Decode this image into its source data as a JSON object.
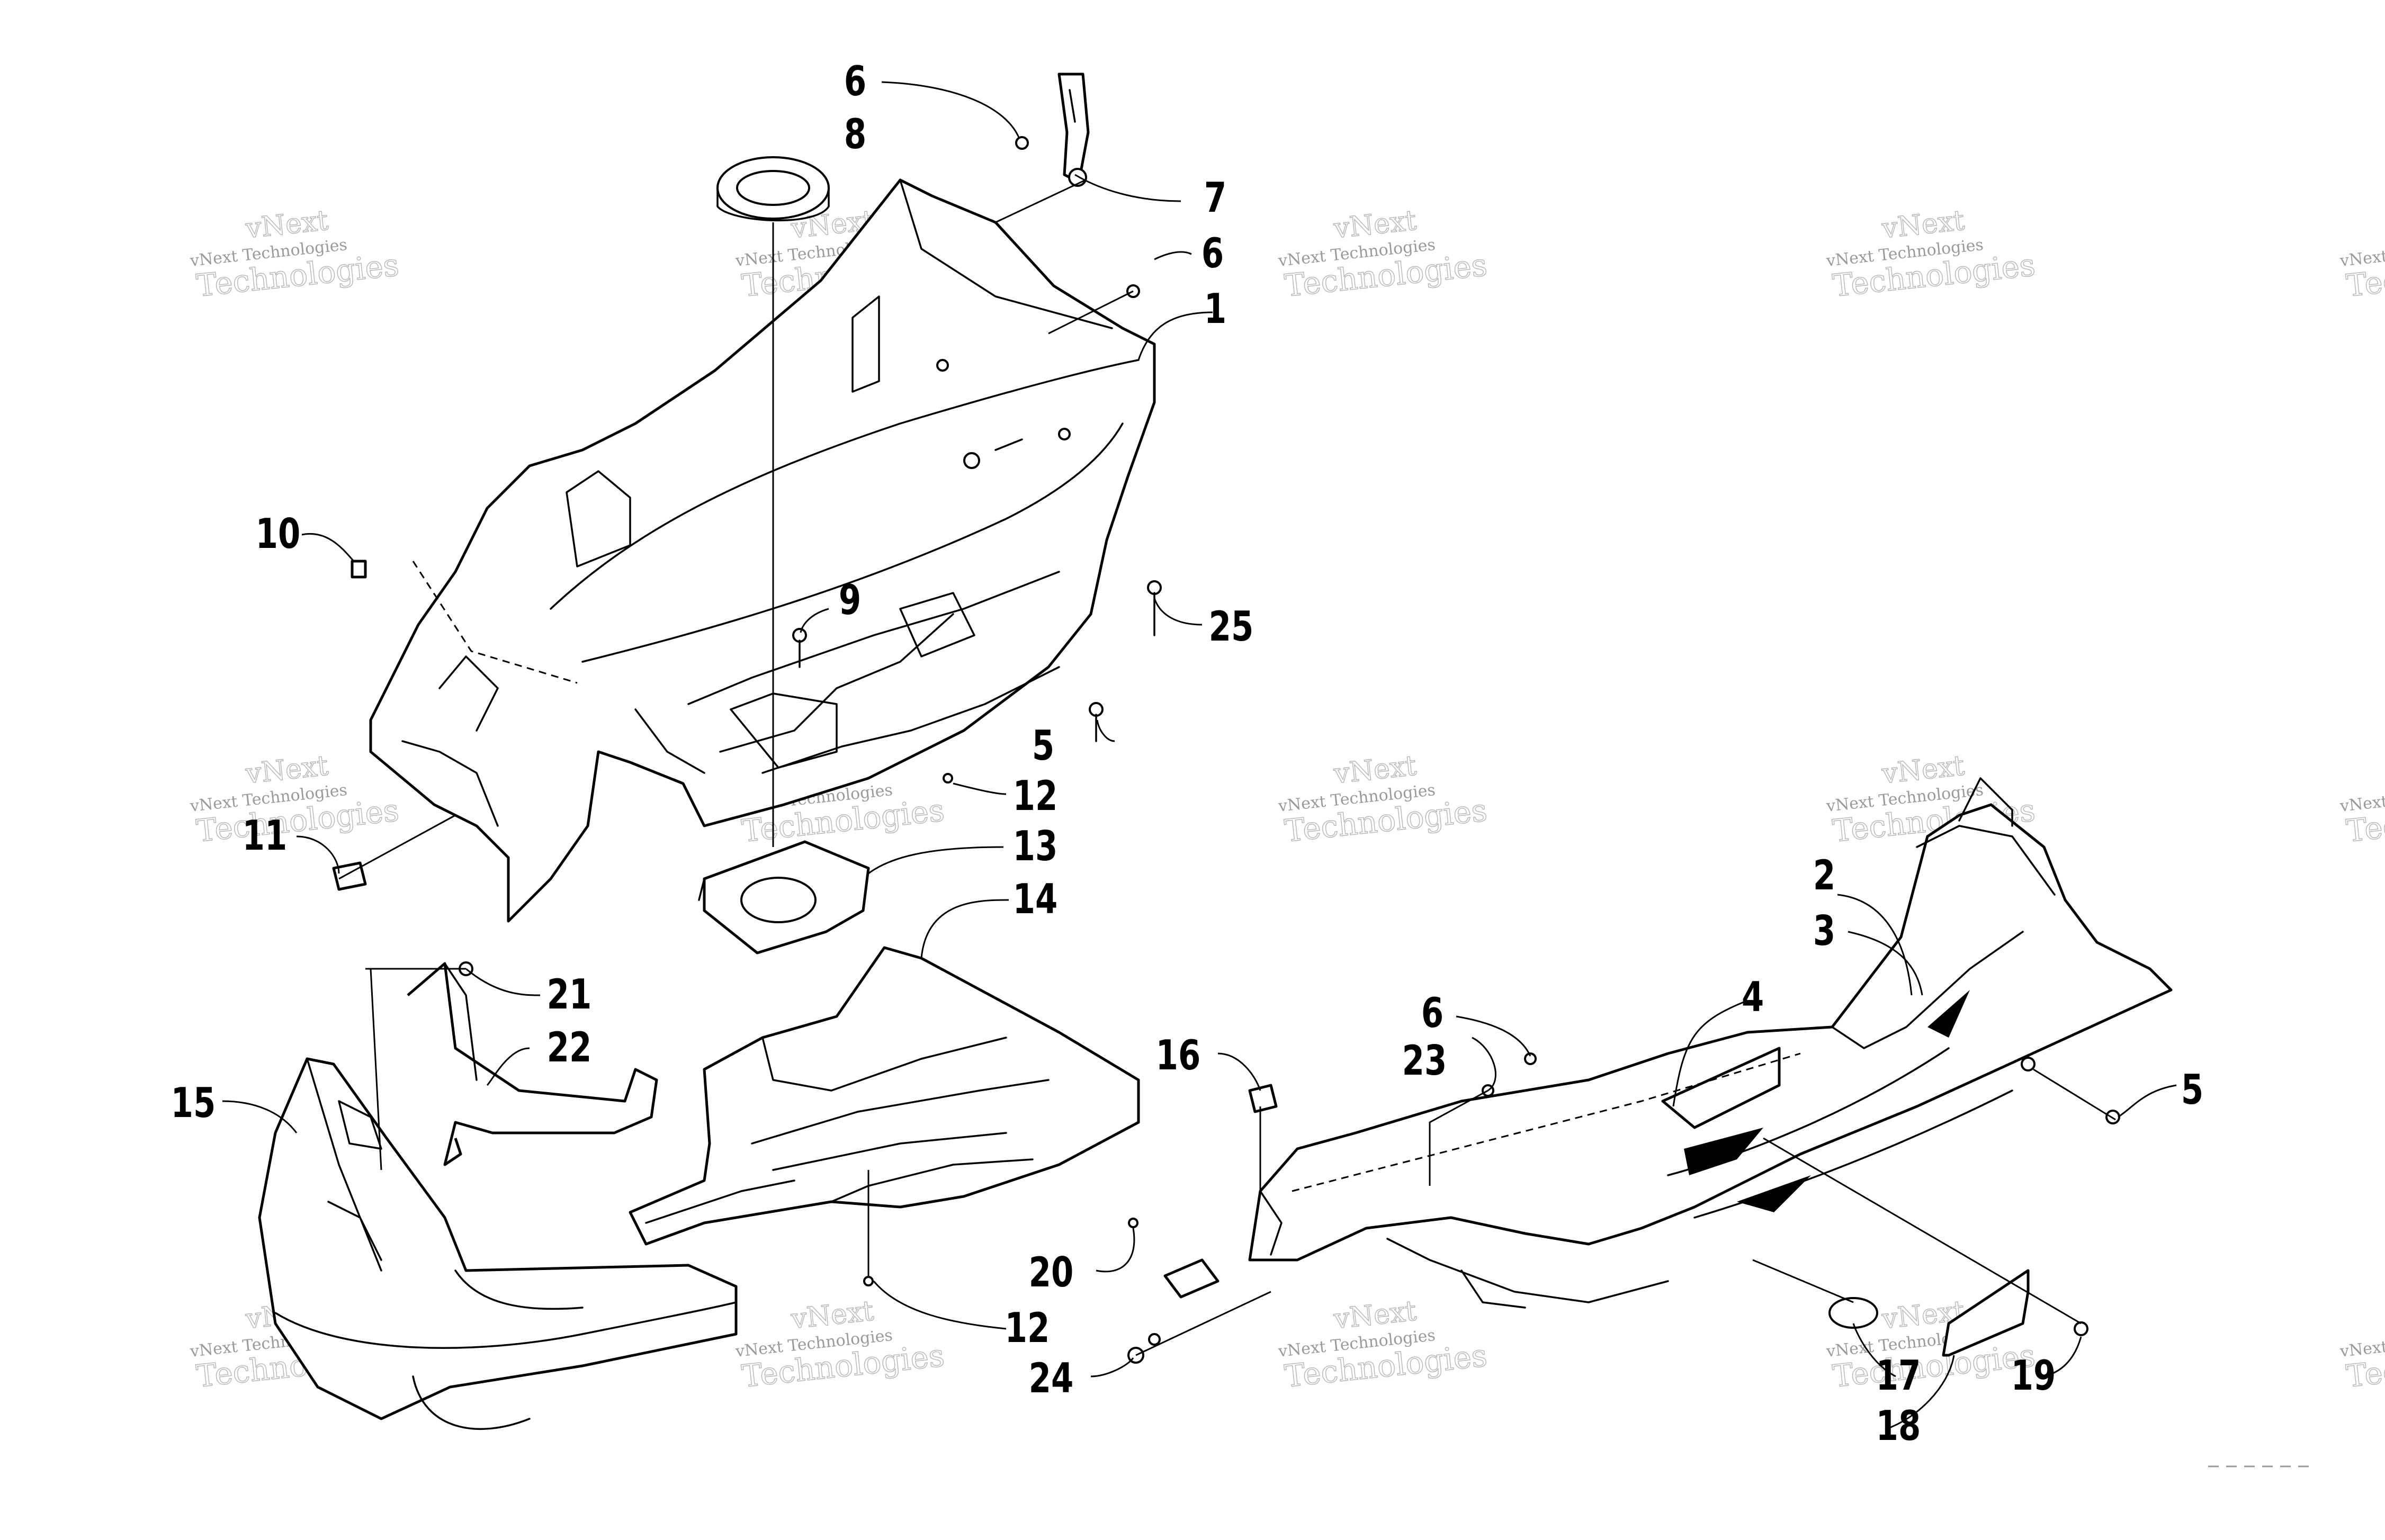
{
  "watermark": {
    "line1": "vNext",
    "line2": "vNext Technologies",
    "line3": "Technologies"
  },
  "callouts": [
    {
      "id": "1",
      "label": "1"
    },
    {
      "id": "2",
      "label": "2"
    },
    {
      "id": "3",
      "label": "3"
    },
    {
      "id": "4",
      "label": "4"
    },
    {
      "id": "5a",
      "label": "5"
    },
    {
      "id": "5b",
      "label": "5"
    },
    {
      "id": "6a",
      "label": "6"
    },
    {
      "id": "6b",
      "label": "6"
    },
    {
      "id": "6c",
      "label": "6"
    },
    {
      "id": "7",
      "label": "7"
    },
    {
      "id": "8",
      "label": "8"
    },
    {
      "id": "9",
      "label": "9"
    },
    {
      "id": "10",
      "label": "10"
    },
    {
      "id": "11",
      "label": "11"
    },
    {
      "id": "12a",
      "label": "12"
    },
    {
      "id": "12b",
      "label": "12"
    },
    {
      "id": "13",
      "label": "13"
    },
    {
      "id": "14",
      "label": "14"
    },
    {
      "id": "15",
      "label": "15"
    },
    {
      "id": "16",
      "label": "16"
    },
    {
      "id": "17",
      "label": "17"
    },
    {
      "id": "18",
      "label": "18"
    },
    {
      "id": "19",
      "label": "19"
    },
    {
      "id": "20",
      "label": "20"
    },
    {
      "id": "21",
      "label": "21"
    },
    {
      "id": "22",
      "label": "22"
    },
    {
      "id": "23",
      "label": "23"
    },
    {
      "id": "24",
      "label": "24"
    },
    {
      "id": "25",
      "label": "25"
    }
  ]
}
